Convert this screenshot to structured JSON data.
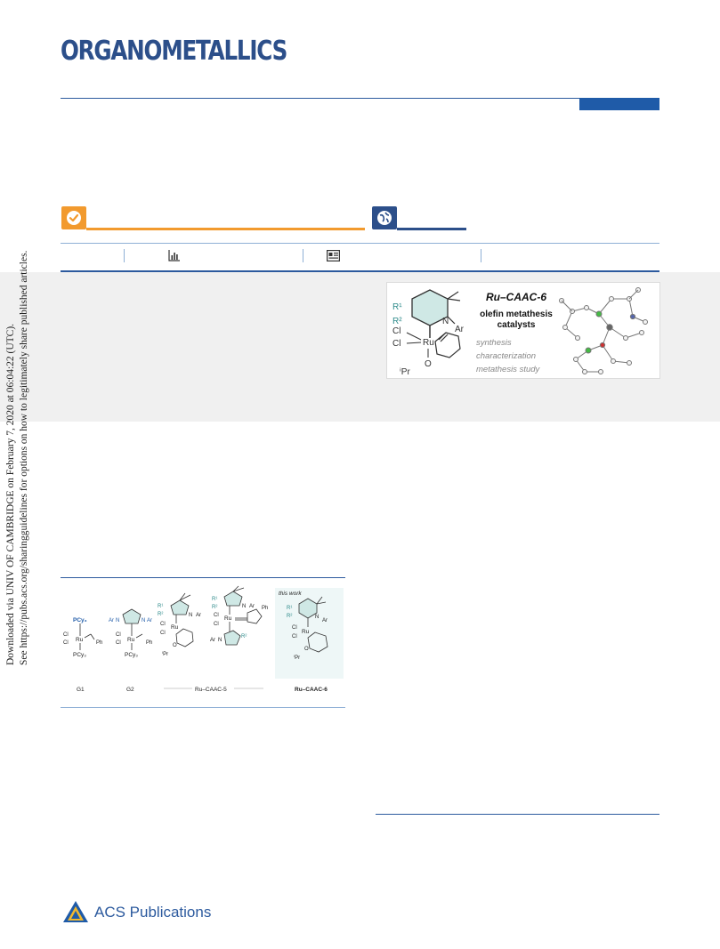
{
  "journal": {
    "title": "ORGANOMETALLICS",
    "brand_color": "#2c4f8a",
    "accent_orange": "#f29a2e"
  },
  "badges": {
    "check_icon": "check-circle-icon",
    "globe_icon": "globe-icon",
    "metrics_icons": [
      "bar-chart-icon",
      "article-icon"
    ]
  },
  "sidebar": {
    "line1": "Downloaded via UNIV OF CAMBRIDGE on February 7, 2020 at 06:04:22 (UTC).",
    "line2": "See https://pubs.acs.org/sharingguidelines for options on how to legitimately share published articles."
  },
  "toc_graphic": {
    "title": "Ru–CAAC-6",
    "subtitle_line1": "olefin metathesis",
    "subtitle_line2": "catalysts",
    "items": [
      "synthesis",
      "characterization",
      "metathesis study"
    ],
    "structure_labels": {
      "r1": "R¹",
      "r2": "R²",
      "n": "N",
      "ar": "Ar",
      "cl1": "Cl",
      "cl2": "Cl",
      "ru": "Ru",
      "o": "O",
      "ipr": "ⁱPr"
    }
  },
  "scheme": {
    "this_work": "this work",
    "labels": [
      "G1",
      "G2",
      "Ru–CAAC-5",
      "Ru–CAAC-6"
    ],
    "g1": {
      "pcy3_top": "PCy₃",
      "pcy3_bot": "PCy₃",
      "cl": "Cl",
      "ru": "Ru",
      "ph": "Ph"
    },
    "g2": {
      "ar": "Ar",
      "n": "N",
      "pcy3": "PCy₃",
      "cl": "Cl",
      "ru": "Ru",
      "ph": "Ph"
    },
    "caac5": {
      "r1": "R¹",
      "r2": "R²",
      "n": "N",
      "ar": "Ar",
      "cl": "Cl",
      "ru": "Ru",
      "o": "O",
      "ipr": "ⁱPr",
      "ph": "Ph"
    },
    "caac6": {
      "r1": "R¹",
      "r2": "R²",
      "n": "N",
      "ar": "Ar",
      "cl": "Cl",
      "ru": "Ru",
      "o": "O",
      "ipr": "ⁱPr"
    }
  },
  "publisher": {
    "name": "ACS Publications"
  }
}
